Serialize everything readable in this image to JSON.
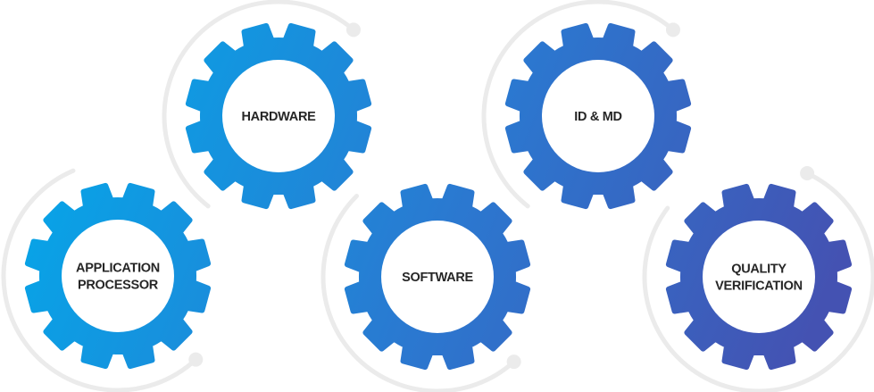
{
  "gears": [
    {
      "id": "application-processor",
      "lines": [
        "APPLICATION",
        "PROCESSOR"
      ]
    },
    {
      "id": "hardware",
      "lines": [
        "HARDWARE"
      ]
    },
    {
      "id": "software",
      "lines": [
        "SOFTWARE"
      ]
    },
    {
      "id": "id-md",
      "lines": [
        "ID & MD"
      ]
    },
    {
      "id": "quality-verification",
      "lines": [
        "QUALITY",
        "VERIFICATION"
      ]
    }
  ],
  "colors": {
    "gradient_start": "#03a9ea",
    "gradient_mid": "#2b78d0",
    "gradient_end": "#4452b2",
    "track": "#ebebeb",
    "text": "#262626"
  }
}
